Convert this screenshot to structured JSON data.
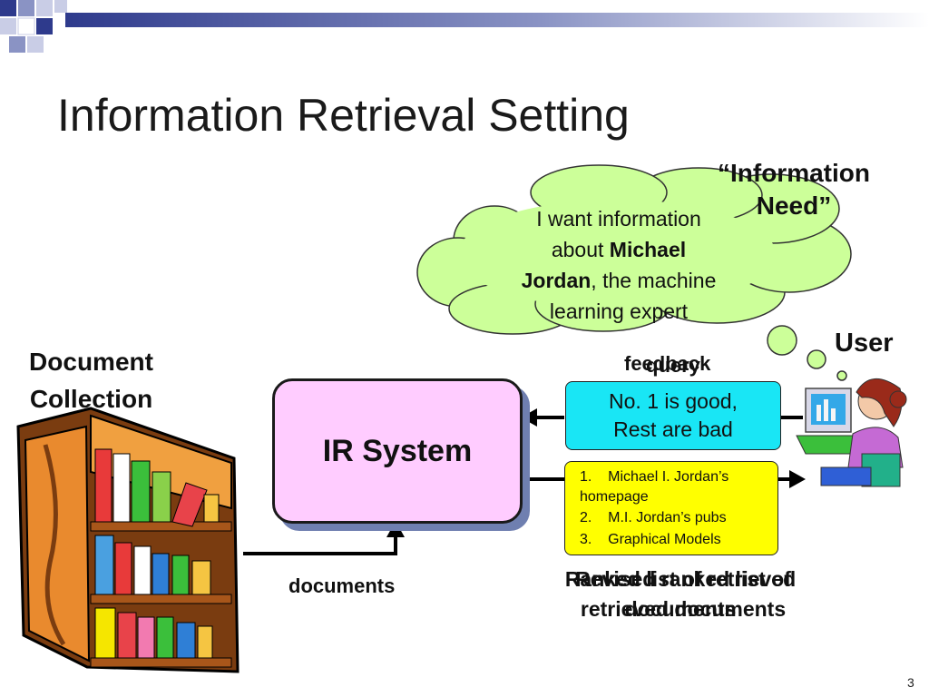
{
  "slide": {
    "title": "Information Retrieval Setting",
    "page_number": "3"
  },
  "labels": {
    "information_need": "“Information Need”",
    "user": "User",
    "document_collection": "Document Collection",
    "query": "query",
    "feedback": "feedback",
    "documents": "documents",
    "ir_system": "IR System",
    "ranked_list": "Ranked list of retrieved documents",
    "revised_ranked_list": "Revised ranked list of retrieved documents"
  },
  "thought": {
    "line1": "I want information",
    "line2_prefix": "about ",
    "line2_bold": "Michael",
    "line3_bold": "Jordan",
    "line3_suffix": ", the machine",
    "line4": "learning expert"
  },
  "feedback_box": {
    "line1": "No. 1 is good,",
    "line2": "Rest are bad"
  },
  "ranked_results": [
    {
      "rank": "1.",
      "text": "Michael I. Jordan’s homepage"
    },
    {
      "rank": "2.",
      "text": "M.I. Jordan’s pubs"
    },
    {
      "rank": "3.",
      "text": "Graphical Models"
    }
  ],
  "colors": {
    "cloud_fill": "#ccff99",
    "ir_box_fill": "#ffccff",
    "feedback_fill": "#19e6f5",
    "ranked_fill": "#ffff00",
    "header_accent": "#2e3a8c"
  }
}
